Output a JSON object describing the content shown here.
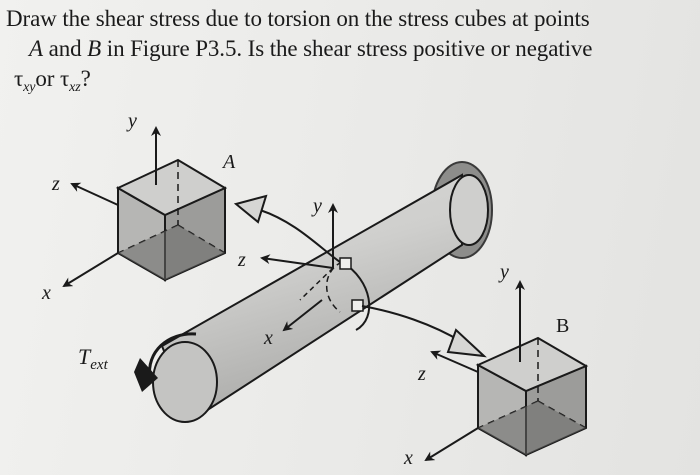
{
  "problem": {
    "line1": "Draw the shear stress due to torsion on the stress cubes at points",
    "line2_a": "A",
    "line2_b": " and ",
    "line2_c": "B",
    "line2_d": " in Figure P3.5. Is the shear stress positive or negative",
    "tau": "τ",
    "sub_xy": "xy",
    "or": "or ",
    "sub_xz": "xz",
    "qmark": "?"
  },
  "figure": {
    "point_a_label": "A",
    "point_b_label": "B",
    "cube_a_axes": {
      "y": "y",
      "z": "z",
      "x": "x"
    },
    "shaft_axes": {
      "y": "y",
      "z": "z",
      "x": "x"
    },
    "cube_b_axes": {
      "y": "y",
      "z": "z",
      "x": "x"
    },
    "torque_label": "T",
    "torque_sub": "ext"
  }
}
